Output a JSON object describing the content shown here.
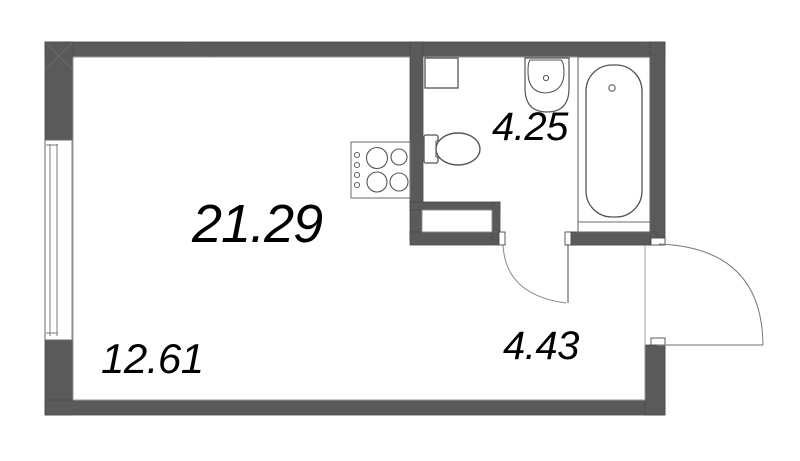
{
  "plan": {
    "title": "Studio apartment floor plan",
    "units": "m²",
    "colors": {
      "wall_fill": "#5a5a5a",
      "wall_stroke": "#4a4a4a",
      "fixture_stroke": "#555555",
      "interior_fill": "#ffffff",
      "label_color": "#000000",
      "opening_fill": "#ffffff",
      "door_swing_stroke": "#777777"
    },
    "rooms": [
      {
        "name": "living-room",
        "area": "21.29"
      },
      {
        "name": "bathroom",
        "area": "4.25"
      },
      {
        "name": "hallway",
        "area": "4.43"
      },
      {
        "name": "kitchen-zone",
        "area": "12.61"
      }
    ],
    "fixtures": [
      {
        "name": "bathtub"
      },
      {
        "name": "washbasin"
      },
      {
        "name": "toilet"
      },
      {
        "name": "kitchen-stove"
      },
      {
        "name": "vent-shaft"
      },
      {
        "name": "storage-niche"
      },
      {
        "name": "balcony-window"
      },
      {
        "name": "entrance-door"
      },
      {
        "name": "bathroom-door"
      }
    ]
  },
  "labels": {
    "living_room_area": "21.29",
    "bathroom_area": "4.25",
    "hallway_area": "4.43",
    "kitchen_area": "12.61"
  }
}
